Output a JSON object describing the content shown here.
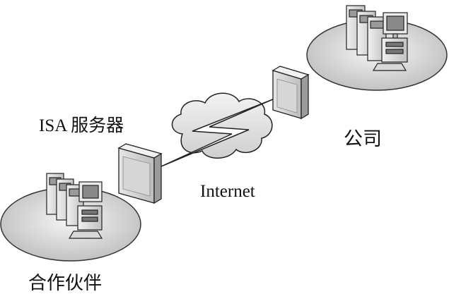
{
  "labels": {
    "isa_server": "ISA 服务器",
    "company": "公司",
    "internet": "Internet",
    "partner": "合作伙伴"
  },
  "icons": {
    "company_site": "workstation-cluster-icon",
    "partner_site": "workstation-cluster-icon",
    "company_firewall": "firewall-server-icon",
    "partner_firewall": "firewall-server-icon",
    "internet_cloud": "cloud-icon",
    "tunnel": "lightning-link-icon"
  }
}
